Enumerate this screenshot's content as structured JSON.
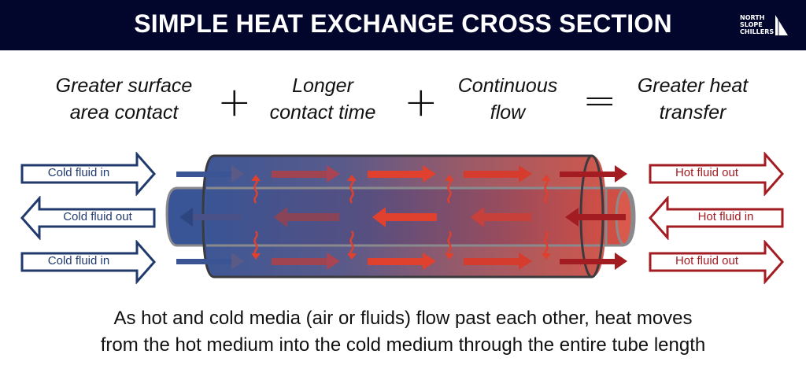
{
  "header": {
    "title": "SIMPLE HEAT EXCHANGE CROSS SECTION",
    "logo": {
      "line1": "NORTH",
      "line2": "SLOPE",
      "line3": "CHILLERS",
      "icon": "sail-triangle-icon"
    },
    "background": "#03062c"
  },
  "equation": {
    "term1": {
      "line1": "Greater surface",
      "line2": "area contact"
    },
    "op1": "+",
    "term2": {
      "line1": "Longer",
      "line2": "contact time"
    },
    "op2": "+",
    "term3": {
      "line1": "Continuous",
      "line2": "flow"
    },
    "op3": "=",
    "result": {
      "line1": "Greater heat",
      "line2": "transfer"
    }
  },
  "diagram": {
    "left_labels": [
      {
        "text": "Cold fluid in",
        "direction": "right"
      },
      {
        "text": "Cold fluid out",
        "direction": "left"
      },
      {
        "text": "Cold fluid in",
        "direction": "right"
      }
    ],
    "right_labels": [
      {
        "text": "Hot fluid out",
        "direction": "right"
      },
      {
        "text": "Hot fluid in",
        "direction": "left"
      },
      {
        "text": "Hot fluid out",
        "direction": "right"
      }
    ],
    "colors": {
      "cold": "#213a6e",
      "cold_fill": "#3b5594",
      "hot": "#a31c22",
      "hot_fill": "#d8584a",
      "arrow_red": "#e0402e",
      "tube_outline": "#3a3a3f",
      "inner_tube": "#8a8a8e"
    }
  },
  "caption": {
    "line1": "As hot and cold media (air or fluids) flow past each other, heat moves",
    "line2": "from the hot medium into the cold medium through the entire tube length"
  }
}
